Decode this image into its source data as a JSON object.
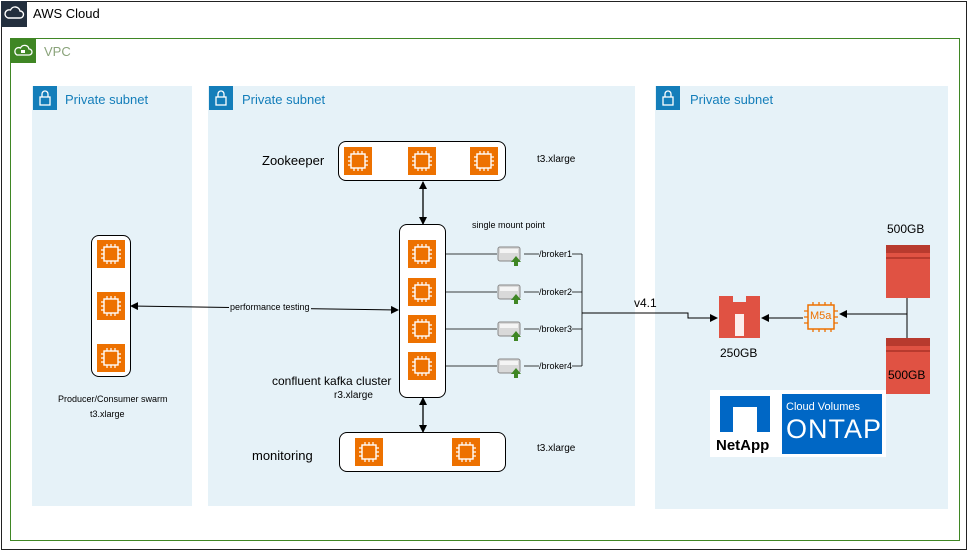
{
  "cloud_title": "AWS Cloud",
  "vpc_title": "VPC",
  "subnets": [
    {
      "title": "Private subnet"
    },
    {
      "title": "Private subnet"
    },
    {
      "title": "Private subnet"
    }
  ],
  "producer": {
    "label": "Producer/Consumer swarm",
    "instance": "t3.xlarge"
  },
  "performance_label": "performance testing",
  "zookeeper": {
    "label": "Zookeeper",
    "instance": "t3.xlarge"
  },
  "kafka": {
    "label": "confluent kafka cluster",
    "instance": "r3.xlarge"
  },
  "monitoring": {
    "label": "monitoring",
    "instance": "t3.xlarge"
  },
  "mount_label": "single mount point",
  "brokers": [
    "/broker1",
    "/broker2",
    "/broker3",
    "/broker4"
  ],
  "nfs_version": "v4.1",
  "volume_250": "250GB",
  "volume_500_top": "500GB",
  "volume_500_bottom": "500GB",
  "m5a_label": "M5a",
  "netapp_label": "NetApp",
  "cvo_line1": "Cloud Volumes",
  "cvo_line2": "ONTAP",
  "colors": {
    "ec2": "#ed7100",
    "subnet_bg": "#e6f2f8",
    "subnet_text": "#147eba",
    "vpc": "#3f8624",
    "volume": "#e05243",
    "netapp_blue": "#0067c5"
  }
}
